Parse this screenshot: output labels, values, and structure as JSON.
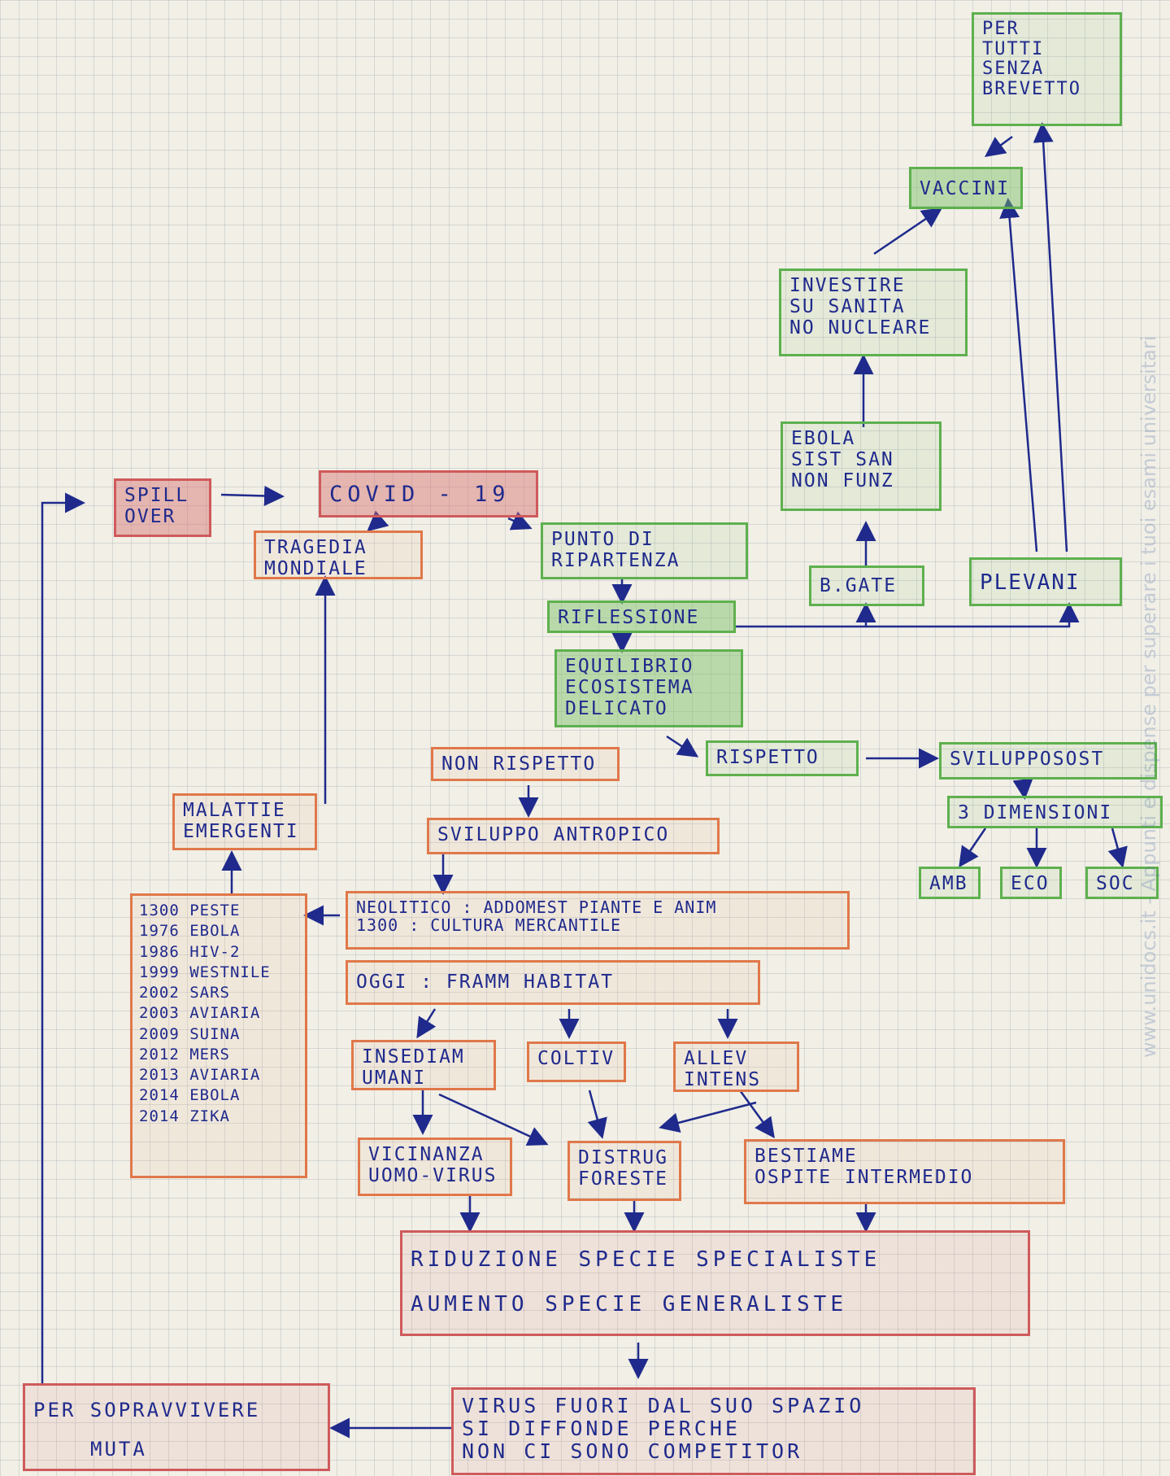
{
  "nodes": {
    "spill_over": [
      "SPILL",
      "OVER"
    ],
    "covid": "COVID - 19",
    "tragedia": [
      "TRAGEDIA",
      "MONDIALE"
    ],
    "punto": [
      "PUNTO DI",
      "RIPARTENZA"
    ],
    "riflessione": "RIFLESSIONE",
    "equilibrio": [
      "EQUILIBRIO",
      "ECOSISTEMA",
      "DELICATO"
    ],
    "non_rispetto": "NON RISPETTO",
    "rispetto": "RISPETTO",
    "sviluppo_sost": "SVILUPPOSOST",
    "tre_dimensioni": "3 DIMENSIONI",
    "amb": "AMB",
    "eco": "ECO",
    "soc": "SOC",
    "malattie": [
      "MALATTIE",
      "EMERGENTI"
    ],
    "sviluppo_antropico": "SVILUPPO ANTROPICO",
    "list": [
      "1300 PESTE",
      "1976 EBOLA",
      "1986 HIV-2",
      "1999 WESTNILE",
      "2002 SARS",
      "2003 AVIARIA",
      "2009 SUINA",
      "2012 MERS",
      "2013 AVIARIA",
      "2014 EBOLA",
      "2014 ZIKA"
    ],
    "neolitico": [
      "NEOLITICO : ADDOMEST PIANTE E ANIM",
      "1300 : CULTURA MERCANTILE"
    ],
    "oggi": "OGGI : FRAMM HABITAT",
    "insediam": [
      "INSEDIAM",
      "UMANI"
    ],
    "coltiv": "COLTIV",
    "allev": [
      "ALLEV",
      "INTENS"
    ],
    "vicinanza": [
      "VICINANZA",
      "UOMO-VIRUS"
    ],
    "distrug": [
      "DISTRUG",
      "FORESTE"
    ],
    "bestiame": [
      "BESTIAME",
      "OSPITE INTERMEDIO"
    ],
    "riduzione": [
      "RIDUZIONE SPECIE SPECIALISTE",
      "AUMENTO SPECIE GENERALISTE"
    ],
    "virus": [
      "VIRUS FUORI DAL SUO SPAZIO",
      "SI DIFFONDE PERCHE",
      "NON CI SONO COMPETITOR"
    ],
    "sopravvivere": [
      "PER SOPRAVVIVERE",
      "MUTA"
    ],
    "bgate": "B.GATE",
    "plevani": "PLEVANI",
    "ebola": [
      "EBOLA",
      "SIST SAN",
      "NON FUNZ"
    ],
    "investire": [
      "INVESTIRE",
      "SU SANITA",
      "NO NUCLEARE"
    ],
    "vaccini": "VACCINI",
    "per_tutti": [
      "PER",
      "TUTTI",
      "SENZA",
      "BREVETTO"
    ]
  },
  "watermark": "www.unidocs.it - Appunti e dispense per superare i tuoi esami universitari",
  "colors": {
    "ink": "#1f2a8c",
    "red": "#cf5a5c",
    "orange": "#e0784a",
    "green": "#5eb04e",
    "grid": "#f1efe6"
  }
}
